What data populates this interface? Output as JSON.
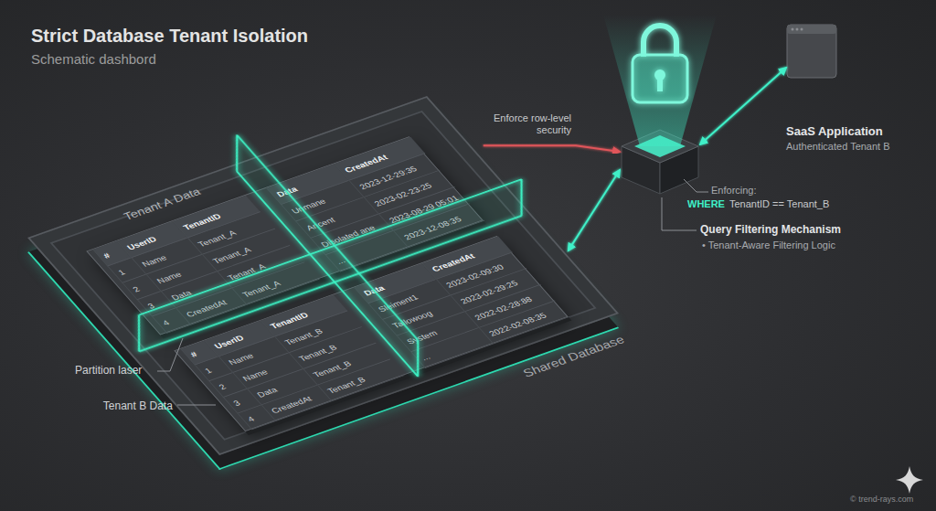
{
  "diagram": {
    "title": "Strict Database Tenant Isolation",
    "caption": "Schematic dashbord",
    "nodes": [
      {
        "text": [
          "Shared Database"
        ]
      },
      {
        "text": [
          "Tenant A Data"
        ],
        "in": 0
      },
      {
        "text": [
          "Tenant B Data"
        ],
        "in": 0
      },
      {
        "text": [
          "Query Filtering Mechanism",
          "• Tenant-Aware Filtering Logic"
        ]
      },
      {
        "text": [
          "SaaS Application",
          "Authenticated Tenant B"
        ]
      }
    ],
    "edges": [
      {
        "from": 1,
        "to": 3,
        "label": "Enforce row-level security",
        "arrow": "to"
      },
      {
        "from": 4,
        "to": 3,
        "arrow": "both"
      },
      {
        "from": 3,
        "to": 2,
        "arrow": "both"
      }
    ],
    "labels": [
      "#",
      "UserID",
      "TenantID",
      "Data",
      "CreatedAt",
      "1",
      "Name",
      "Tenant_A",
      "Unmane",
      "2023-12-29:35",
      "2",
      "Name",
      "Tenant_A",
      "Ancent",
      "2023-02-23:25",
      "3",
      "Data",
      "Tenant_A",
      "Disolated ane",
      "2023-08-29 05:01",
      "4",
      "CreatedAt",
      "Tenant_A",
      "...",
      "2023-12-08:35",
      "#",
      "UserID",
      "TenantID",
      "Data",
      "CreatedAt",
      "1",
      "Name",
      "Tenant_B",
      "Sleiment1",
      "2023-02-09:30",
      "2",
      "Name",
      "Tenant_B",
      "Tallowoog",
      "2023-02-29:25",
      "3",
      "Data",
      "Tenant_B",
      "System",
      "2022-02-28:88",
      "4",
      "CreatedAt",
      "Tenant_B",
      "...",
      "2022-02-08:35",
      "Enforcing:",
      "WHERE",
      "TenantID == Tenant_B",
      "Partition laser",
      "© trend-rays.com"
    ]
  }
}
